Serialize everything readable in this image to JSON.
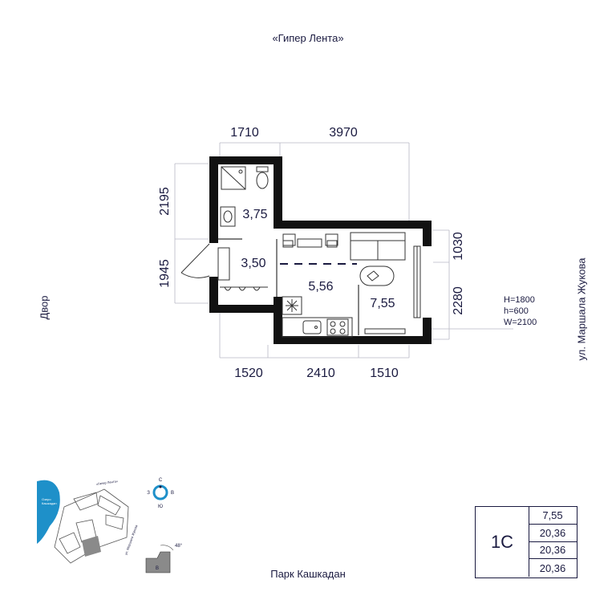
{
  "orientation": {
    "top": "«Гипер Лента»",
    "bottom": "Парк Кашкадан",
    "left": "Двор",
    "right": "ул. Маршала Жукова"
  },
  "dimensions": {
    "top_left": "1710",
    "top_right": "3970",
    "left_top": "2195",
    "left_bottom": "1945",
    "right_top": "1030",
    "right_bottom": "2280",
    "bottom_left": "1520",
    "bottom_mid": "2410",
    "bottom_right": "1510"
  },
  "rooms": {
    "bathroom": "3,75",
    "hall": "3,50",
    "kitchen": "5,56",
    "living": "7,55"
  },
  "window_spec": {
    "H": "H=1800",
    "h": "h=600",
    "W": "W=2100"
  },
  "minimap": {
    "lake_line1": "Озеро",
    "lake_line2": "Кашкадан",
    "street_top": "«Гипер Лента»",
    "street_side": "ул. Маршала Жукова",
    "angle": "48°",
    "block_letter": "В",
    "compass": {
      "n": "С",
      "s": "Ю",
      "w": "З",
      "e": "В"
    }
  },
  "info": {
    "type": "1С",
    "values": [
      "7,55",
      "20,36",
      "20,36",
      "20,36"
    ]
  },
  "colors": {
    "wall": "#111111",
    "text": "#1a1a40",
    "lake": "#1e90c9",
    "compass_ring": "#1e90c9"
  }
}
